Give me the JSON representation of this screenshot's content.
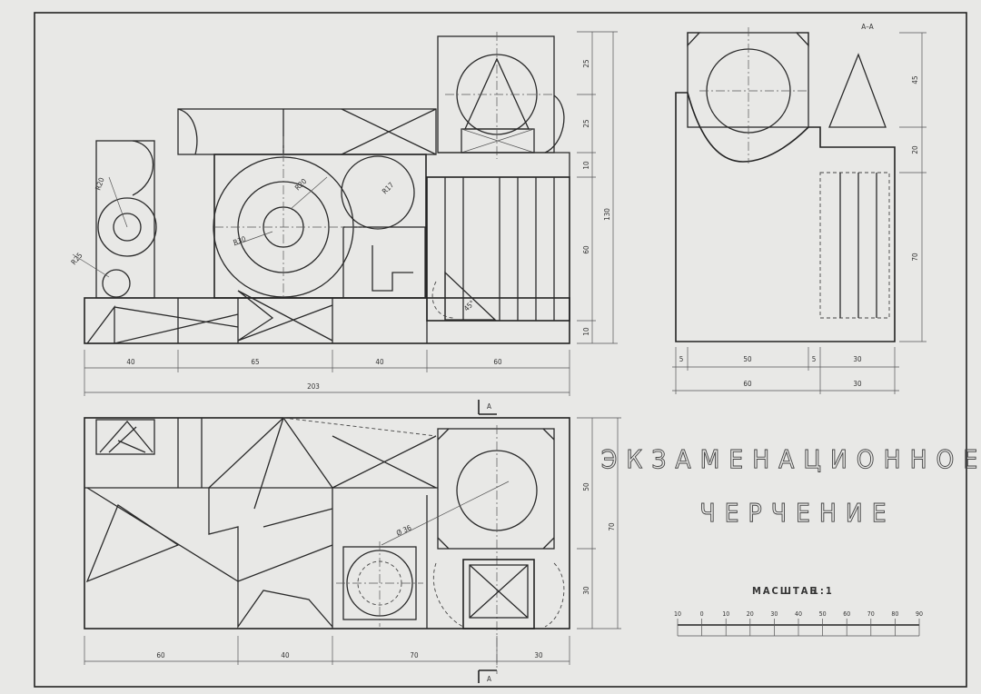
{
  "sheet": {
    "title_line1": "ЭКЗАМЕНАЦИОННОЕ",
    "title_line2": "ЧЕРЧЕНИЕ",
    "scale_label": "МАСШТАБ",
    "scale_value": "1:1",
    "scale_ticks": [
      "10",
      "0",
      "10",
      "20",
      "30",
      "40",
      "50",
      "60",
      "70",
      "80",
      "90"
    ]
  },
  "section": {
    "label": "А–А"
  },
  "front_view": {
    "dims_bottom": [
      "40",
      "65",
      "40",
      "60"
    ],
    "dims_total": "203",
    "dims_right": [
      "25",
      "25",
      "10",
      "130",
      "60",
      "10"
    ],
    "radii": [
      "R20",
      "R25",
      "R30",
      "R20",
      "R17"
    ],
    "angle": "45°"
  },
  "side_view": {
    "dims_right": [
      "45",
      "20",
      "70"
    ],
    "dims_bottom": [
      "5",
      "50",
      "5",
      "30"
    ],
    "dims_total": [
      "60",
      "30"
    ]
  },
  "top_view": {
    "dims_bottom": [
      "60",
      "40",
      "70",
      "30"
    ],
    "dims_right": [
      "50",
      "70",
      "30"
    ],
    "diameter": "Ø 36"
  },
  "cut_marks": [
    "А",
    "А"
  ]
}
